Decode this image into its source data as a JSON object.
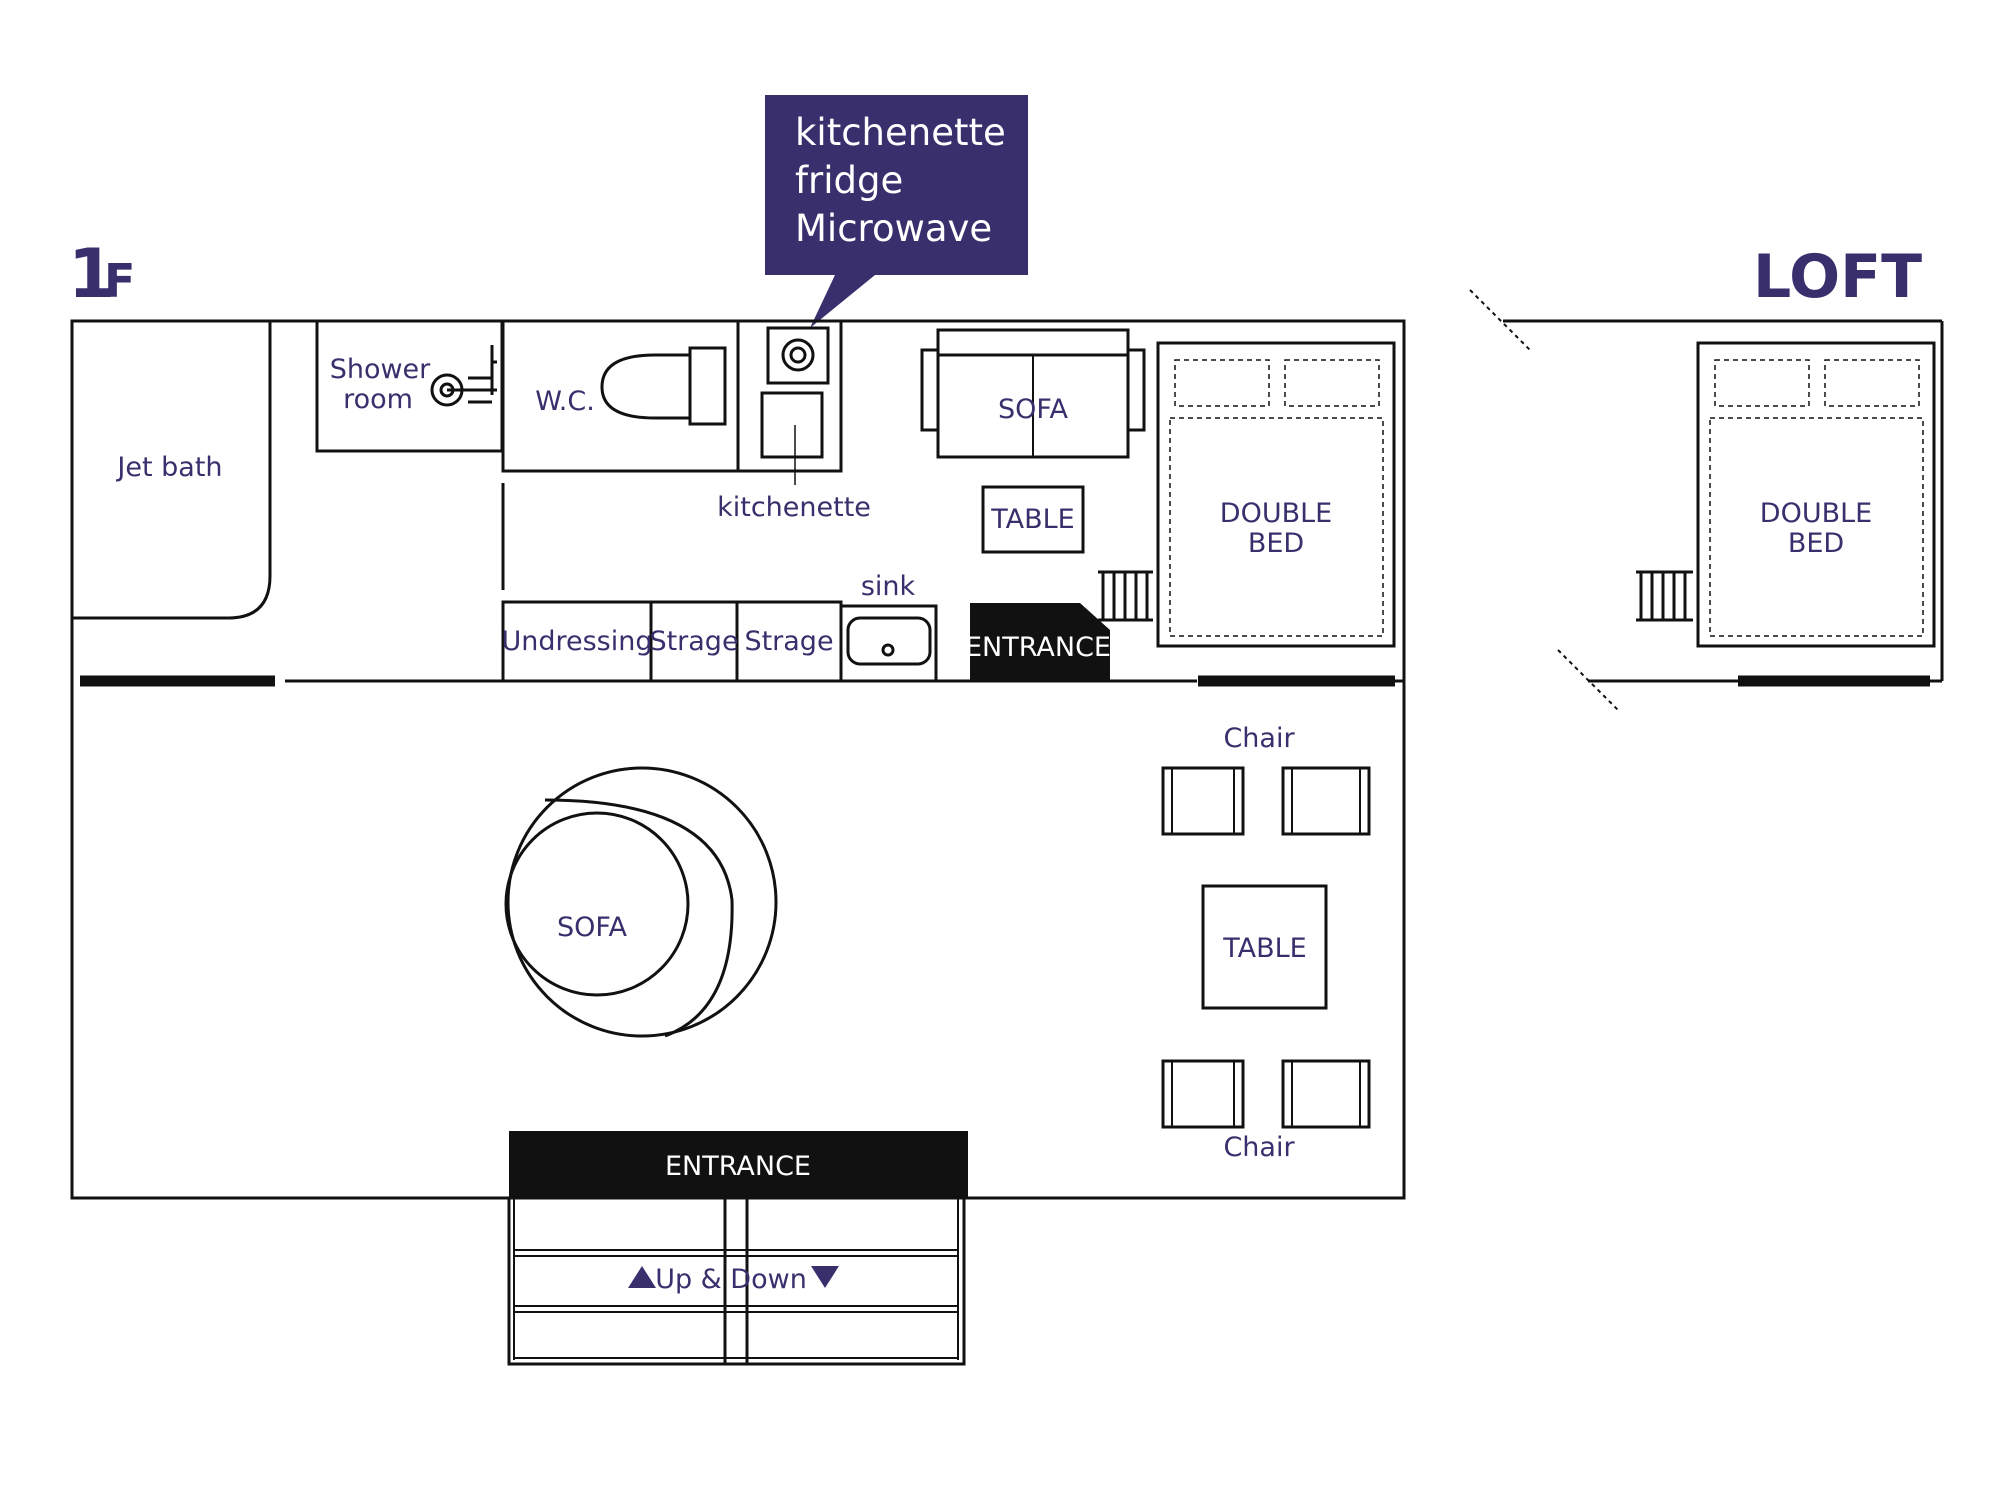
{
  "floor_labels": {
    "first_floor_num": "1",
    "first_floor_suffix": "F",
    "loft": "LOFT"
  },
  "callout": {
    "line1": "kitchenette",
    "line2": "fridge",
    "line3": "Microwave"
  },
  "rooms": {
    "jet_bath": "Jet bath",
    "shower_line1": "Shower",
    "shower_line2": "room",
    "wc": "W.C.",
    "kitchenette": "kitchenette",
    "sofa_small": "SOFA",
    "table_small": "TABLE",
    "bed_1f_line1": "DOUBLE",
    "bed_1f_line2": "BED",
    "undressing": "Undressing",
    "storage_1": "Strage",
    "storage_2": "Strage",
    "sink": "sink",
    "entrance_inner": "ENTRANCE",
    "sofa_round": "SOFA",
    "chair_top": "Chair",
    "table_dining": "TABLE",
    "chair_bottom": "Chair",
    "entrance_main": "ENTRANCE",
    "stairs": "Up & Down",
    "bed_loft_line1": "DOUBLE",
    "bed_loft_line2": "BED"
  },
  "colors": {
    "accent": "#3a2f6d",
    "line": "#111111",
    "callout_bg": "#3a2f6d"
  }
}
